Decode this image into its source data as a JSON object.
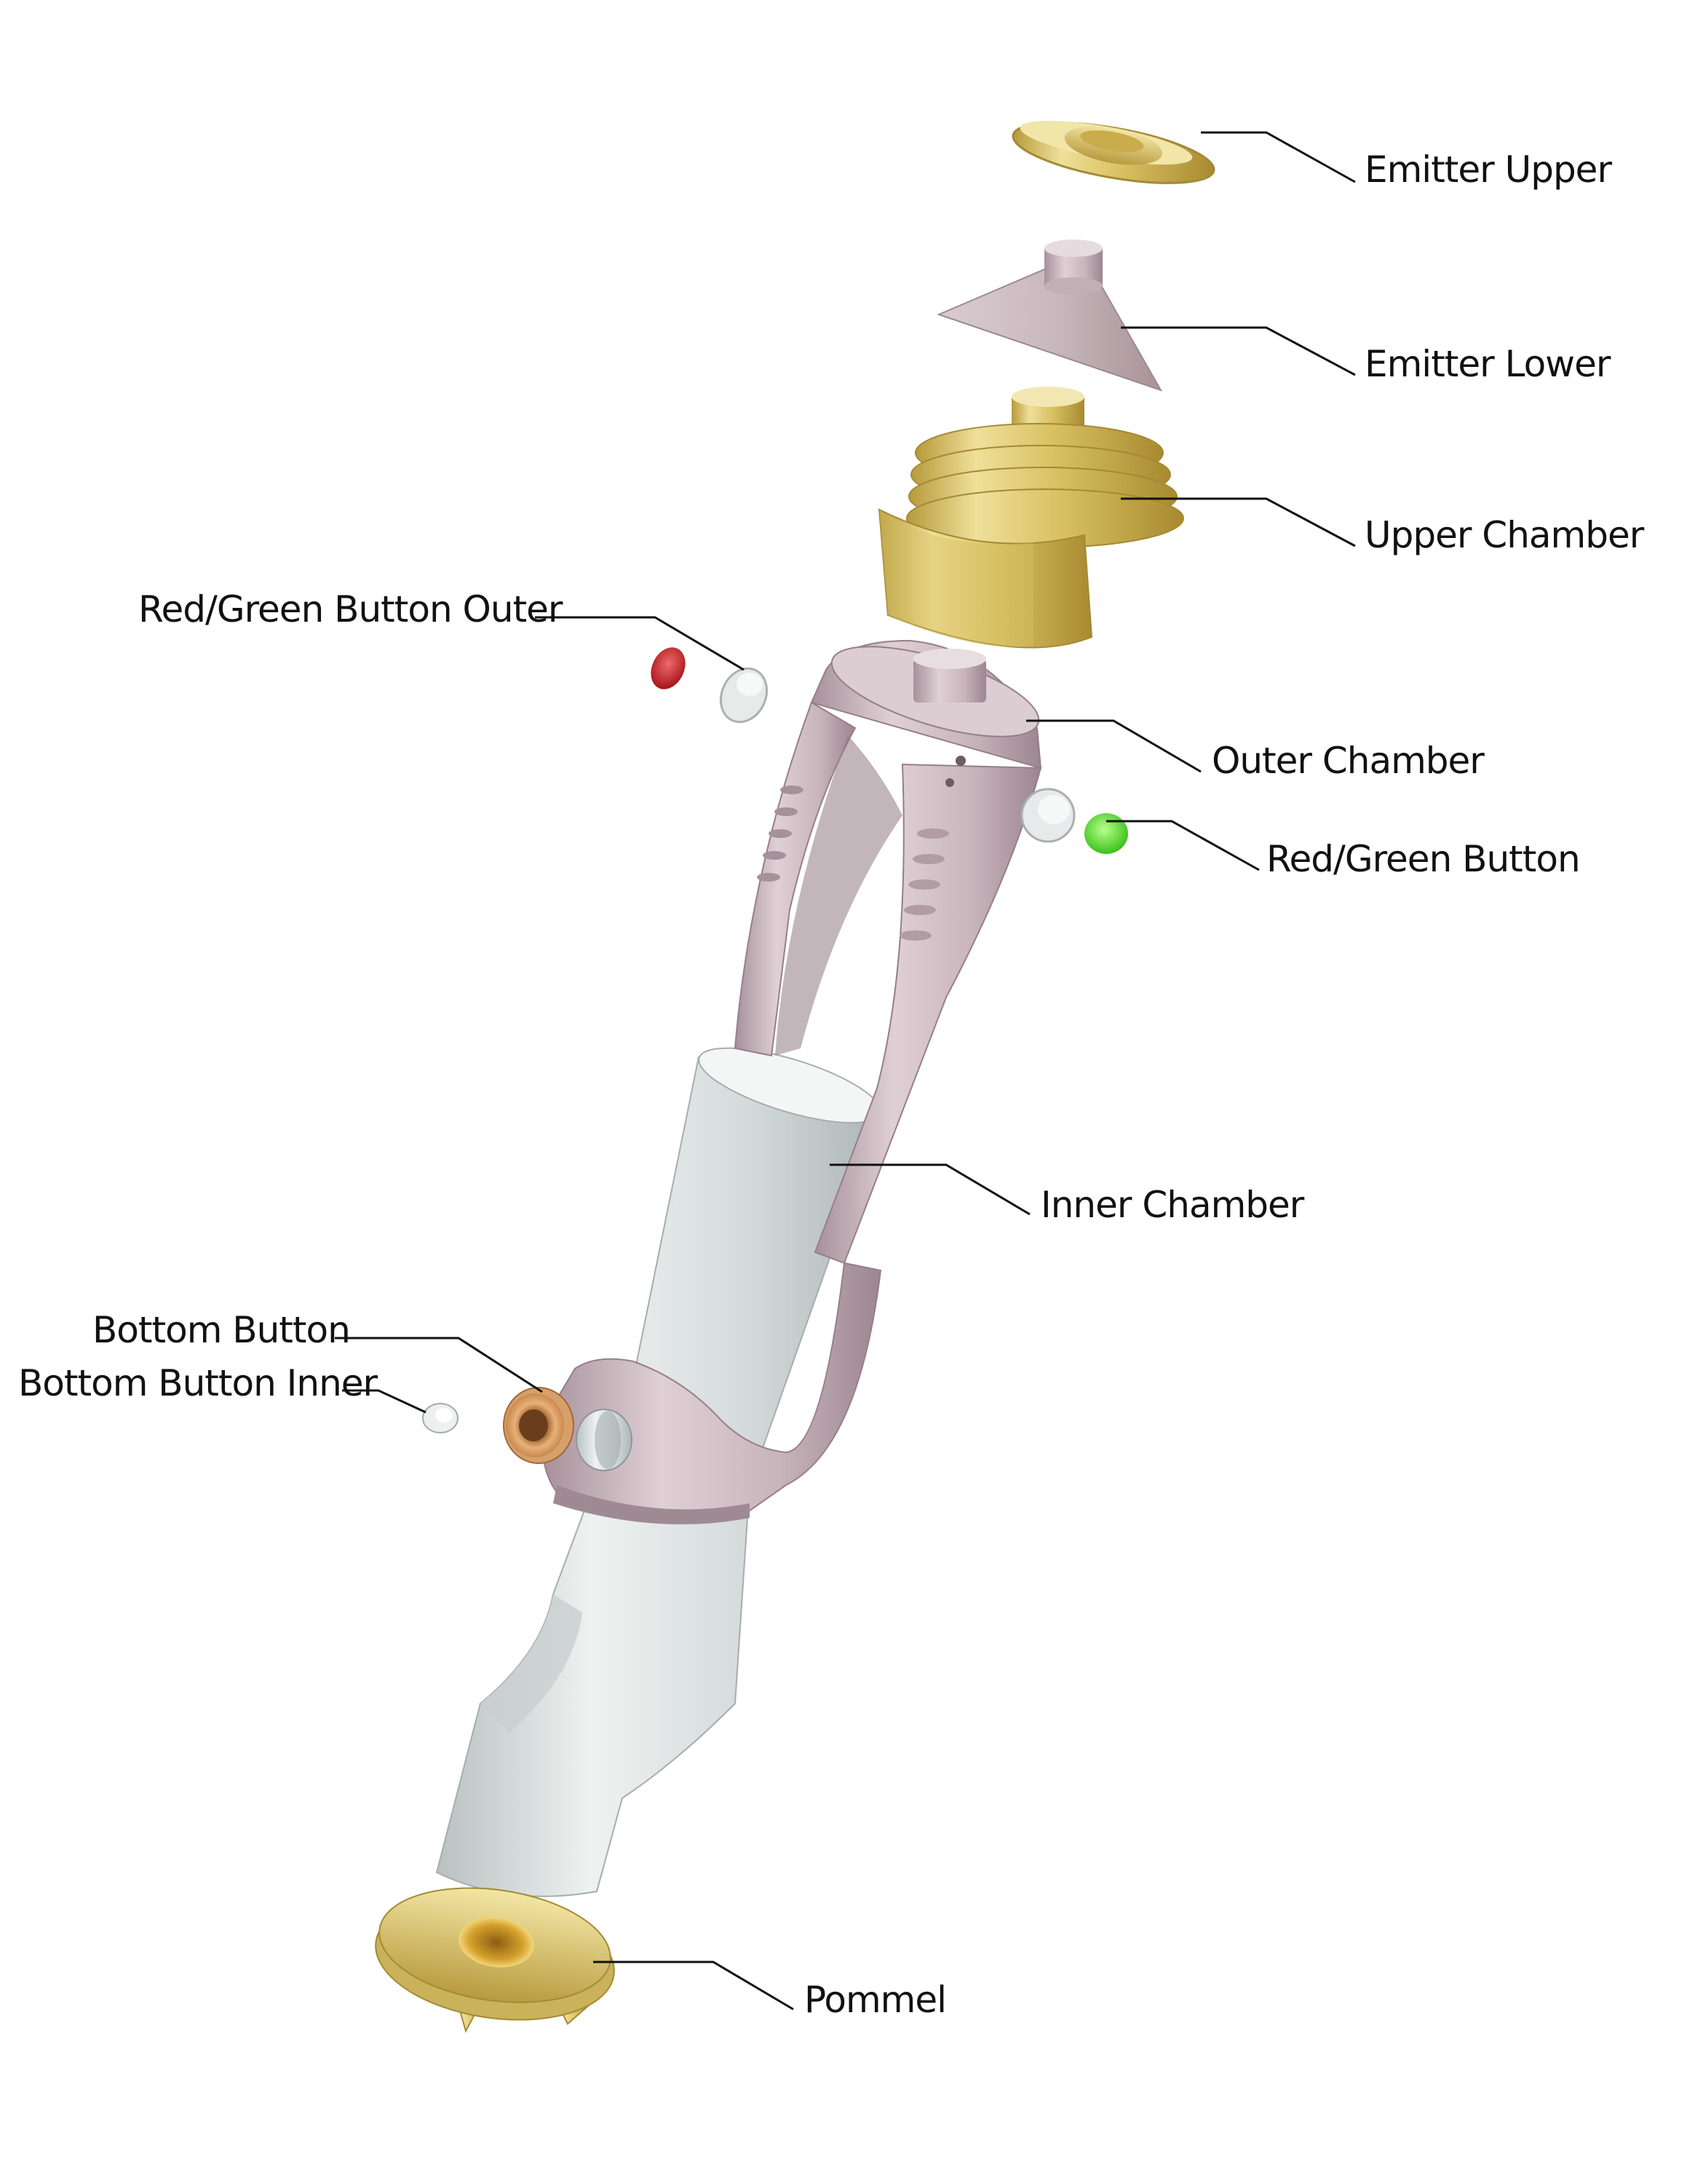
{
  "labels": {
    "emitter_upper": "Emitter Upper",
    "emitter_lower": "Emitter Lower",
    "upper_chamber": "Upper Chamber",
    "rg_button_outer": "Red/Green Button Outer",
    "outer_chamber": "Outer Chamber",
    "rg_button": "Red/Green Button",
    "inner_chamber": "Inner Chamber",
    "bottom_button": "Bottom Button",
    "bottom_button_inner": "Bottom Button Inner",
    "pommel": "Pommel"
  },
  "colors": {
    "gold": "#d8c064",
    "pink_metal": "#cbb8bf",
    "silver": "#dde3e2",
    "red": "#c21a22",
    "green": "#52e02a",
    "copper": "#c8874a",
    "leader_line": "#111111"
  }
}
